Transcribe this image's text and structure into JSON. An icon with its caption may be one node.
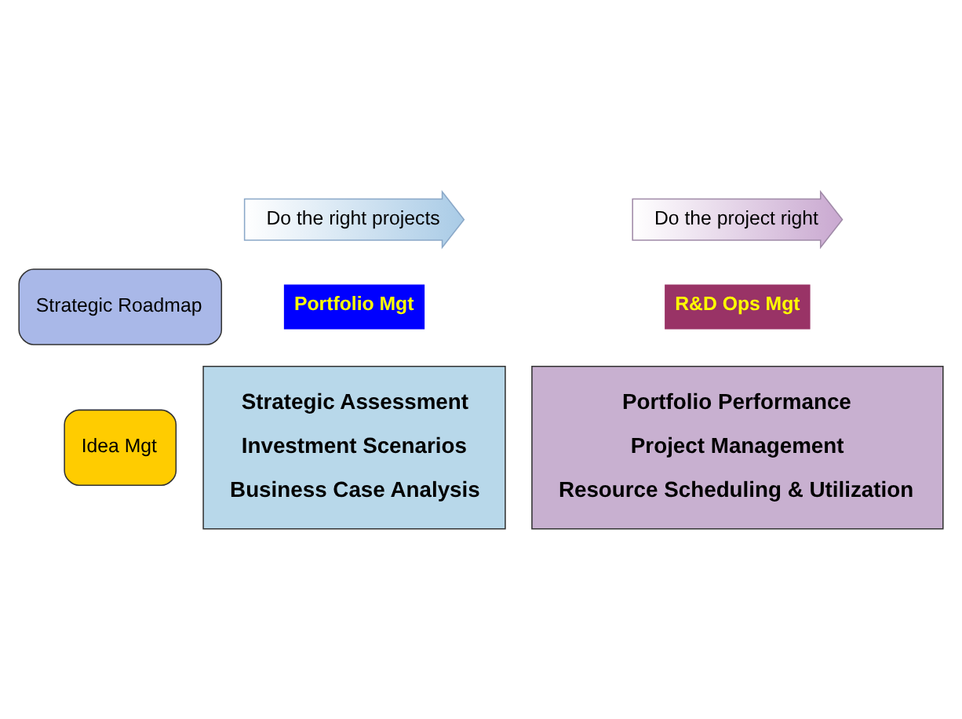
{
  "diagram": {
    "nodes": [
      {
        "text": [
          "Do the right projects"
        ]
      },
      {
        "text": [
          "Do the project right"
        ]
      },
      {
        "text": [
          "Portfolio Mgt"
        ]
      },
      {
        "text": [
          "R&D Ops Mgt"
        ]
      },
      {
        "text": [
          "Strategic Roadmap"
        ]
      },
      {
        "text": [
          "Idea Mgt"
        ]
      },
      {
        "text": [
          "Strategic Assessment",
          "Investment Scenarios",
          "Business Case Analysis"
        ]
      },
      {
        "text": [
          "Portfolio Performance",
          "Project Management",
          "Resource Scheduling & Utilization"
        ]
      }
    ]
  }
}
